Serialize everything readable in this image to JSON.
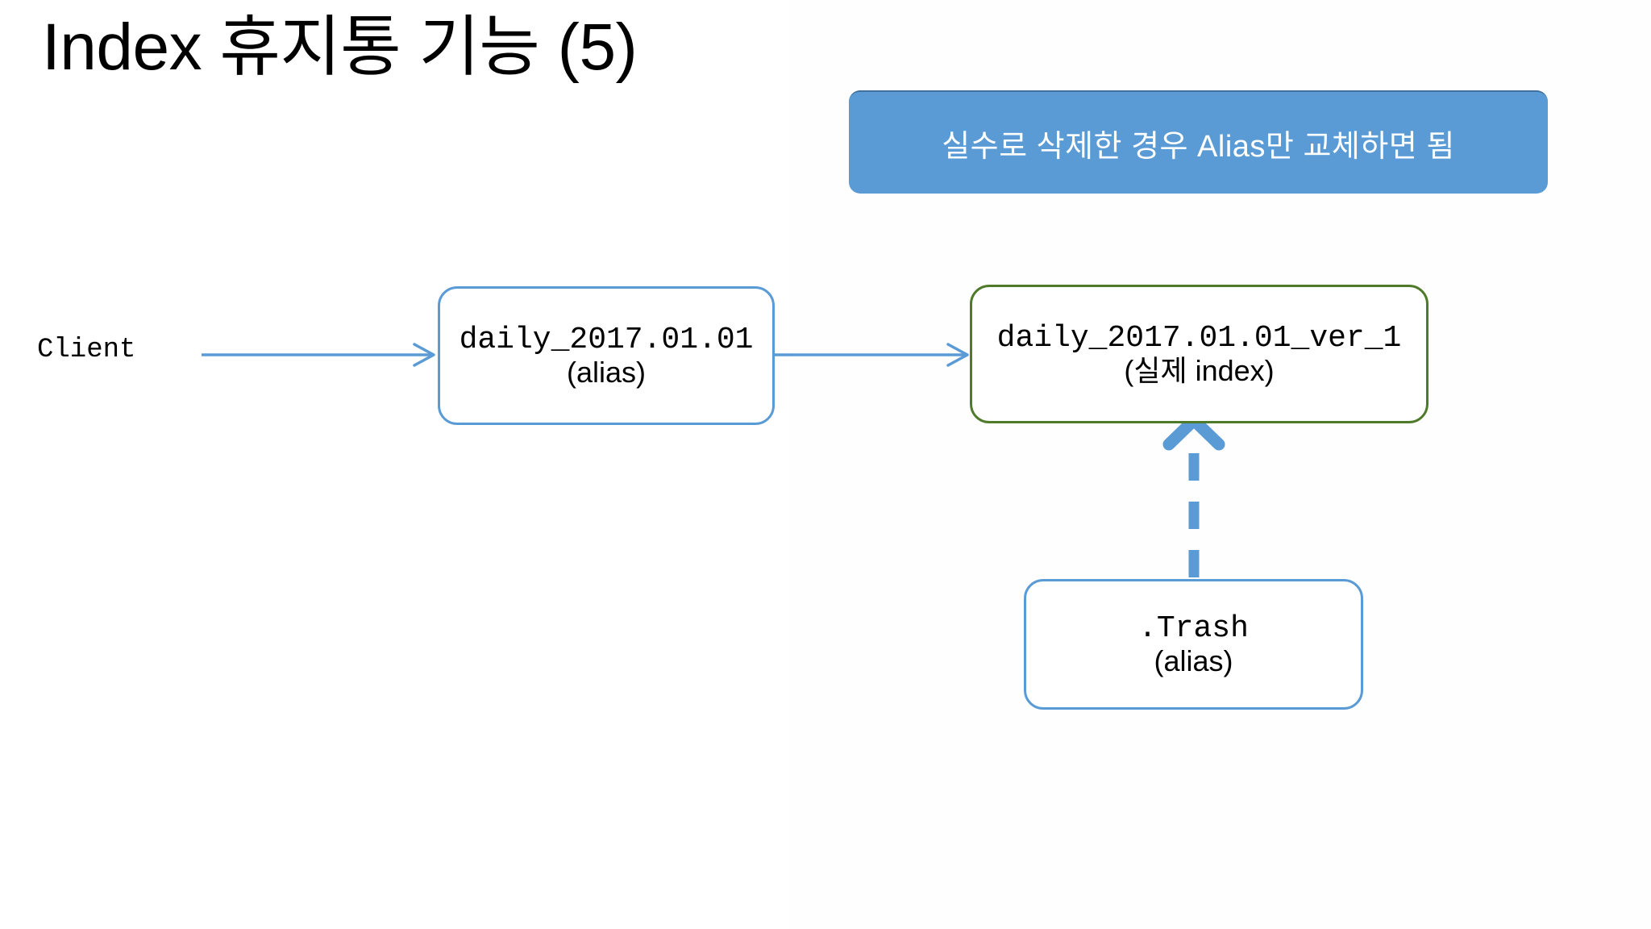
{
  "slide": {
    "title": "Index 휴지통 기능 (5)",
    "background_color": "#ffffff"
  },
  "callout": {
    "text": "실수로 삭제한 경우 Alias만 교체하면 됨",
    "fill_color": "#5b9bd5",
    "text_color": "#ffffff"
  },
  "diagram": {
    "client_label": "Client",
    "nodes": [
      {
        "id": "alias-daily",
        "name": "daily_2017.01.01",
        "subtitle": "(alias)",
        "border_color": "#5b9bd5"
      },
      {
        "id": "real-index",
        "name": "daily_2017.01.01_ver_1",
        "subtitle": "(실제 index)",
        "border_color": "#4f7a2a"
      },
      {
        "id": "trash-alias",
        "name": ".Trash",
        "subtitle": "(alias)",
        "border_color": "#5b9bd5"
      }
    ],
    "connectors": [
      {
        "id": "client-to-alias",
        "style": "solid-thin",
        "color": "#5b9bd5"
      },
      {
        "id": "alias-to-index",
        "style": "solid-thin",
        "color": "#5b9bd5"
      },
      {
        "id": "trash-to-index",
        "style": "dashed-thick",
        "color": "#5b9bd5"
      }
    ]
  }
}
